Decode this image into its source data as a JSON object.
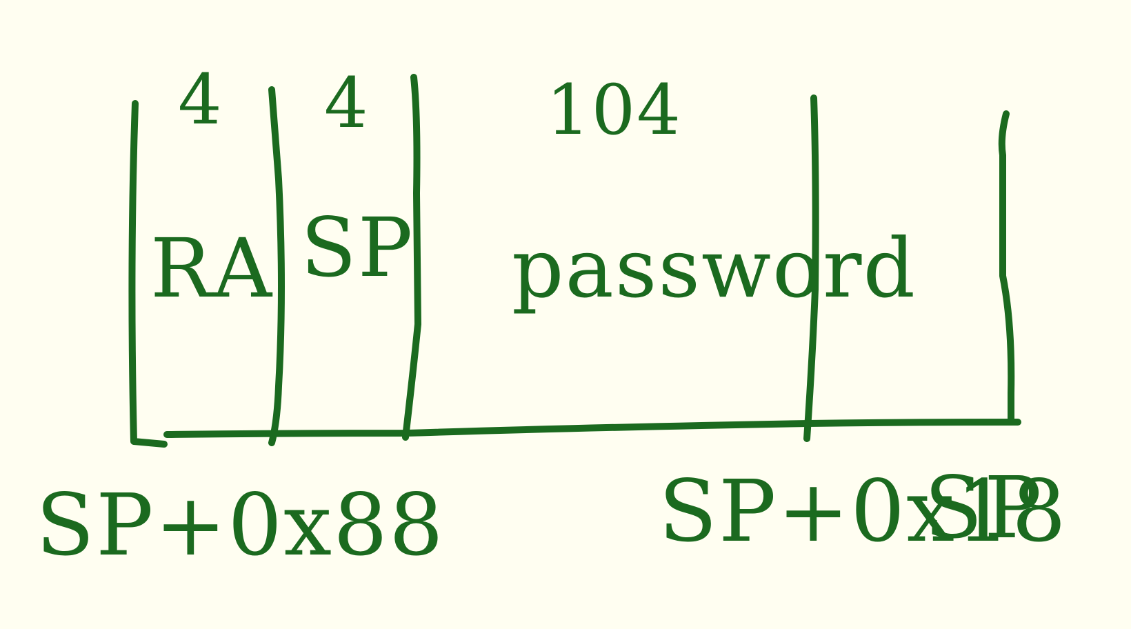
{
  "diagram": {
    "fields": [
      {
        "id": "ra",
        "label": "RA",
        "size": "4"
      },
      {
        "id": "sp",
        "label": "SP",
        "size": "4"
      },
      {
        "id": "password",
        "label": "password",
        "size": "104"
      },
      {
        "id": "unlabeled",
        "label": "",
        "size": ""
      }
    ],
    "addresses": {
      "left": "SP+0x88",
      "middle": "SP+0x18",
      "right": "SP"
    },
    "ink_color": "#1b6a1f",
    "background_color": "#fffef1"
  }
}
